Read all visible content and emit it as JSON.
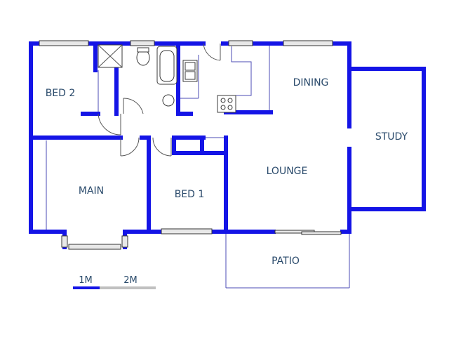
{
  "rooms": {
    "bed2": "BED 2",
    "dining": "DINING",
    "study": "STUDY",
    "lounge": "LOUNGE",
    "main": "MAIN",
    "bed1": "BED 1",
    "patio": "PATIO"
  },
  "scale_bar": {
    "label_1": "1M",
    "label_2": "2M"
  },
  "colors": {
    "wall": "#1414e6",
    "label": "#2a4a6b",
    "scale_light": "#c0c0c0"
  }
}
